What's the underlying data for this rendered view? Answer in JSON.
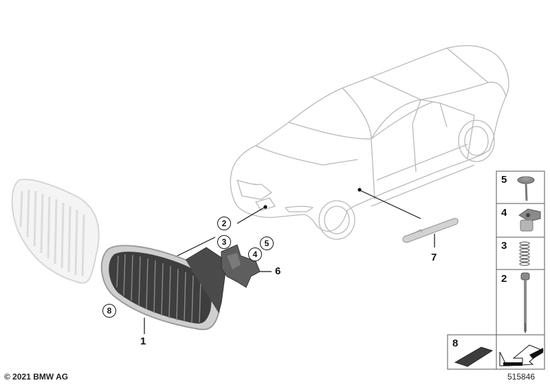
{
  "diagram": {
    "title_hidden": "",
    "parts": [
      {
        "number": "1",
        "name": "Grille"
      },
      {
        "number": "2",
        "name": "Screw"
      },
      {
        "number": "3",
        "name": "Spring"
      },
      {
        "number": "4",
        "name": "Bushing"
      },
      {
        "number": "5",
        "name": "Screw with washer"
      },
      {
        "number": "6",
        "name": "Bracket"
      },
      {
        "number": "7",
        "name": "Side trim"
      },
      {
        "number": "8",
        "name": "Pad"
      }
    ],
    "callouts": {
      "c2": "2",
      "c3": "3",
      "c4": "4",
      "c5": "5",
      "c8": "8"
    },
    "labels": {
      "l1": "1",
      "l6": "6",
      "l7": "7"
    },
    "legend_box": {
      "rows": [
        {
          "number": "5",
          "icon": "screw-washer-icon"
        },
        {
          "number": "4",
          "icon": "bushing-icon"
        },
        {
          "number": "3",
          "icon": "spring-icon"
        },
        {
          "number": "2",
          "icon": "long-screw-icon"
        },
        {
          "number": "8",
          "icon": "pad-icon"
        }
      ],
      "arrow_icon": "direction-arrow-icon"
    },
    "copyright": "© 2021 BMW AG",
    "diagram_id": "515846",
    "colors": {
      "line": "#111111",
      "car_outline": "#b5b5b5",
      "part_dark": "#555555",
      "part_light": "#d8d8d8"
    }
  }
}
